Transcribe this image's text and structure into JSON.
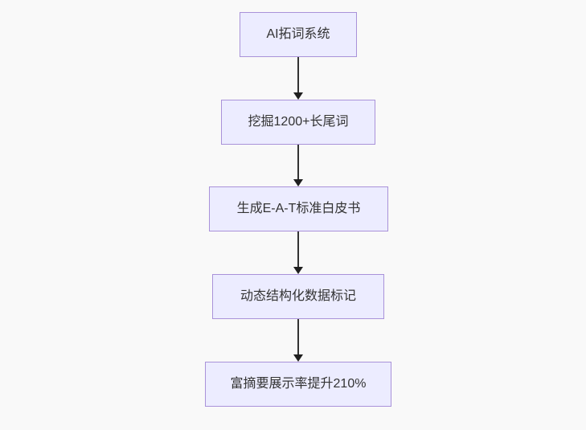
{
  "diagram": {
    "type": "flowchart",
    "direction": "top-down",
    "background_color": "#f9f9f9",
    "node_style": {
      "fill": "#ececff",
      "border": "#a992d9",
      "text_color": "#333333"
    },
    "arrow_color": "#333333",
    "nodes": [
      {
        "id": "step-1",
        "label": "AI拓词系统"
      },
      {
        "id": "step-2",
        "label": "挖掘1200+长尾词"
      },
      {
        "id": "step-3",
        "label": "生成E-A-T标准白皮书"
      },
      {
        "id": "step-4",
        "label": "动态结构化数据标记"
      },
      {
        "id": "step-5",
        "label": "富摘要展示率提升210%"
      }
    ],
    "edges": [
      {
        "from": "AI拓词系统",
        "to": "挖掘1200+长尾词"
      },
      {
        "from": "挖掘1200+长尾词",
        "to": "生成E-A-T标准白皮书"
      },
      {
        "from": "生成E-A-T标准白皮书",
        "to": "动态结构化数据标记"
      },
      {
        "from": "动态结构化数据标记",
        "to": "富摘要展示率提升210%"
      }
    ]
  }
}
